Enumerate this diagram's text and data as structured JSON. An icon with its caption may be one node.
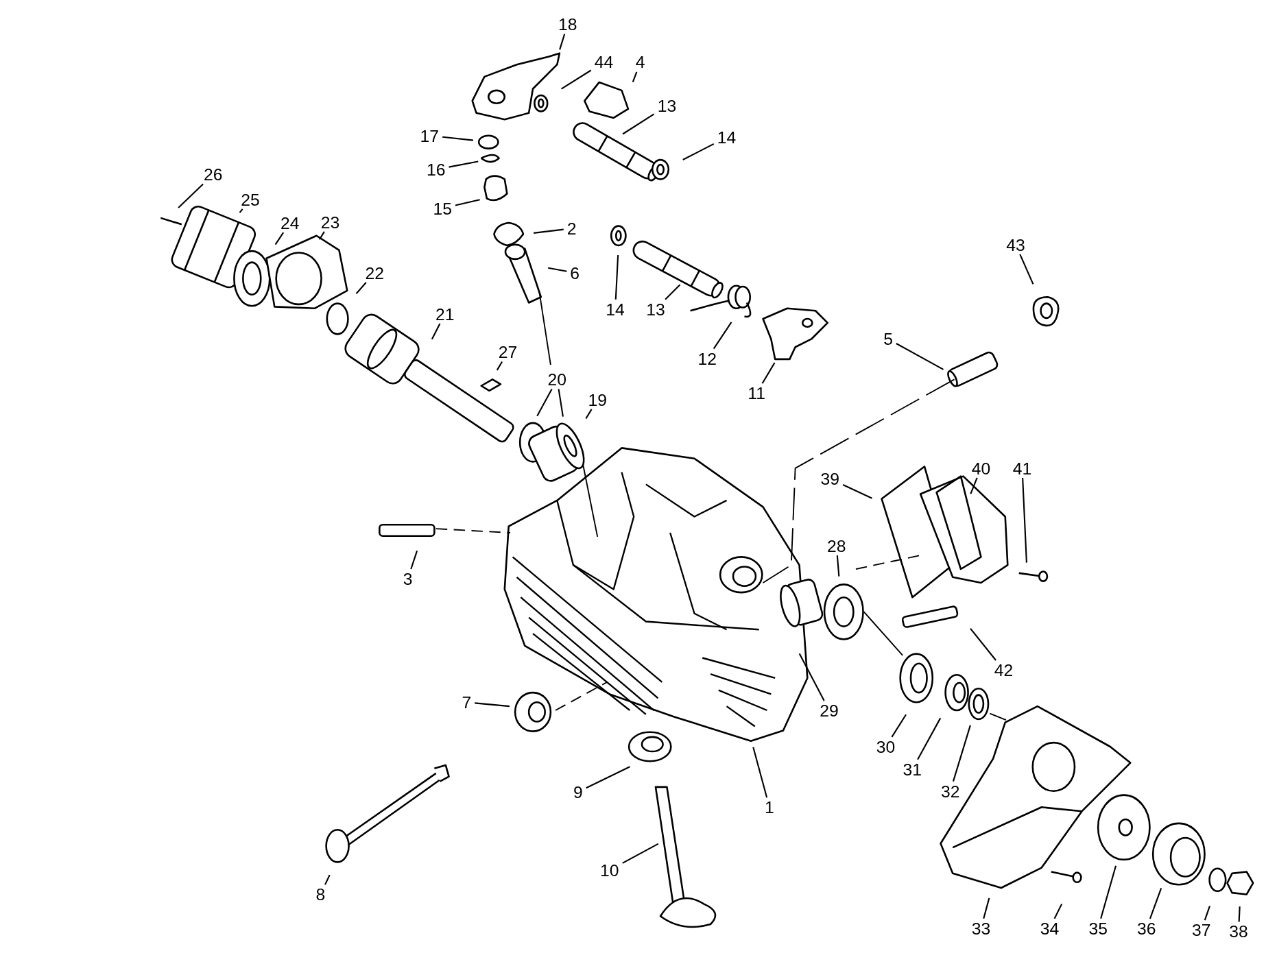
{
  "diagram": {
    "nodes": [
      {
        "text": [
          "18"
        ]
      },
      {
        "text": [
          "44"
        ]
      },
      {
        "text": [
          "4"
        ]
      },
      {
        "text": [
          "13"
        ]
      },
      {
        "text": [
          "17"
        ]
      },
      {
        "text": [
          "14"
        ]
      },
      {
        "text": [
          "16"
        ]
      },
      {
        "text": [
          "26"
        ]
      },
      {
        "text": [
          "25"
        ]
      },
      {
        "text": [
          "15"
        ]
      },
      {
        "text": [
          "24"
        ]
      },
      {
        "text": [
          "23"
        ]
      },
      {
        "text": [
          "2"
        ]
      },
      {
        "text": [
          "43"
        ]
      },
      {
        "text": [
          "22"
        ]
      },
      {
        "text": [
          "6"
        ]
      },
      {
        "text": [
          "14"
        ]
      },
      {
        "text": [
          "13"
        ]
      },
      {
        "text": [
          "21"
        ]
      },
      {
        "text": [
          "5"
        ]
      },
      {
        "text": [
          "27"
        ]
      },
      {
        "text": [
          "12"
        ]
      },
      {
        "text": [
          "11"
        ]
      },
      {
        "text": [
          "20"
        ]
      },
      {
        "text": [
          "19"
        ]
      },
      {
        "text": [
          "39"
        ]
      },
      {
        "text": [
          "40"
        ]
      },
      {
        "text": [
          "41"
        ]
      },
      {
        "text": [
          "28"
        ]
      },
      {
        "text": [
          "3"
        ]
      },
      {
        "text": [
          "42"
        ]
      },
      {
        "text": [
          "7"
        ]
      },
      {
        "text": [
          "29"
        ]
      },
      {
        "text": [
          "30"
        ]
      },
      {
        "text": [
          "9"
        ]
      },
      {
        "text": [
          "31"
        ]
      },
      {
        "text": [
          "32"
        ]
      },
      {
        "text": [
          "1"
        ]
      },
      {
        "text": [
          "10"
        ]
      },
      {
        "text": [
          "8"
        ]
      },
      {
        "text": [
          "33"
        ]
      },
      {
        "text": [
          "34"
        ]
      },
      {
        "text": [
          "35"
        ]
      },
      {
        "text": [
          "36"
        ]
      },
      {
        "text": [
          "37"
        ]
      },
      {
        "text": [
          "38"
        ]
      }
    ],
    "edges": [
      {
        "from": 0,
        "to": null,
        "arrow": "none"
      },
      {
        "from": 1,
        "to": null,
        "arrow": "none"
      },
      {
        "from": 2,
        "to": null,
        "arrow": "none"
      },
      {
        "from": 3,
        "to": null,
        "arrow": "none"
      },
      {
        "from": 4,
        "to": null,
        "arrow": "none"
      },
      {
        "from": 5,
        "to": null,
        "arrow": "none"
      },
      {
        "from": 6,
        "to": null,
        "arrow": "none"
      },
      {
        "from": 7,
        "to": null,
        "arrow": "none"
      },
      {
        "from": 8,
        "to": null,
        "arrow": "none"
      },
      {
        "from": 9,
        "to": null,
        "arrow": "none"
      },
      {
        "from": 10,
        "to": null,
        "arrow": "none"
      },
      {
        "from": 11,
        "to": null,
        "arrow": "none"
      },
      {
        "from": 12,
        "to": null,
        "arrow": "none"
      },
      {
        "from": 13,
        "to": null,
        "arrow": "none"
      },
      {
        "from": 14,
        "to": null,
        "arrow": "none"
      },
      {
        "from": 15,
        "to": null,
        "arrow": "none"
      },
      {
        "from": 16,
        "to": null,
        "arrow": "none"
      },
      {
        "from": 17,
        "to": null,
        "arrow": "none"
      },
      {
        "from": 18,
        "to": null,
        "arrow": "none"
      },
      {
        "from": 19,
        "to": null,
        "arrow": "none"
      },
      {
        "from": 20,
        "to": null,
        "arrow": "none"
      },
      {
        "from": 21,
        "to": null,
        "arrow": "none"
      },
      {
        "from": 22,
        "to": null,
        "arrow": "none"
      },
      {
        "from": 23,
        "to": null,
        "arrow": "none"
      },
      {
        "from": 23,
        "to": null,
        "arrow": "none"
      },
      {
        "from": 24,
        "to": null,
        "arrow": "none"
      },
      {
        "from": 25,
        "to": null,
        "arrow": "none"
      },
      {
        "from": 26,
        "to": null,
        "arrow": "none"
      },
      {
        "from": 27,
        "to": null,
        "arrow": "none"
      },
      {
        "from": 28,
        "to": null,
        "arrow": "none"
      },
      {
        "from": 29,
        "to": null,
        "arrow": "none"
      },
      {
        "from": 30,
        "to": null,
        "arrow": "none"
      },
      {
        "from": 31,
        "to": null,
        "arrow": "none"
      },
      {
        "from": 32,
        "to": null,
        "arrow": "none"
      },
      {
        "from": 33,
        "to": null,
        "arrow": "none"
      },
      {
        "from": 34,
        "to": null,
        "arrow": "none"
      },
      {
        "from": 35,
        "to": null,
        "arrow": "none"
      },
      {
        "from": 36,
        "to": null,
        "arrow": "none"
      },
      {
        "from": 37,
        "to": null,
        "arrow": "none"
      },
      {
        "from": 38,
        "to": null,
        "arrow": "none"
      },
      {
        "from": 39,
        "to": null,
        "arrow": "none"
      },
      {
        "from": 40,
        "to": null,
        "arrow": "none"
      },
      {
        "from": 41,
        "to": null,
        "arrow": "none"
      },
      {
        "from": 42,
        "to": null,
        "arrow": "none"
      },
      {
        "from": 43,
        "to": null,
        "arrow": "none"
      },
      {
        "from": 44,
        "to": null,
        "arrow": "none"
      },
      {
        "from": 45,
        "to": null,
        "arrow": "none"
      }
    ]
  }
}
